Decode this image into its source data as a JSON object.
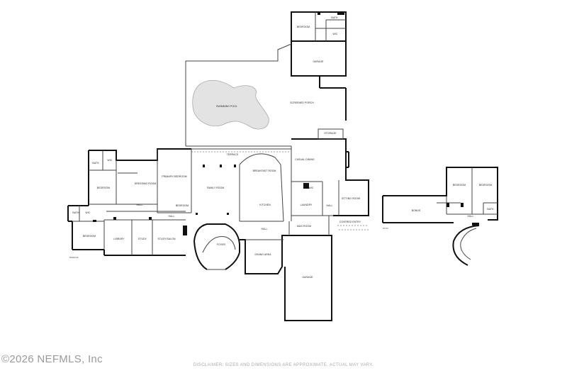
{
  "watermark": "©2026 NEFMLS, Inc",
  "disclaimer": "DISCLAIMER: SIZES AND DIMENSIONS ARE APPROXIMATE, ACTUAL MAY VARY.",
  "colors": {
    "walls": "#111111",
    "pool": "#e3e3e3",
    "background": "#ffffff"
  },
  "rooms": [
    {
      "name": "BEDROOM"
    },
    {
      "name": "BATH"
    },
    {
      "name": "WIC"
    },
    {
      "name": "GARAGE"
    },
    {
      "name": "SWIMMING POOL"
    },
    {
      "name": "SCREENED PORCH"
    },
    {
      "name": "STORAGE"
    },
    {
      "name": "WIC"
    },
    {
      "name": "BATH"
    },
    {
      "name": "BEDROOM"
    },
    {
      "name": "DRESSING ROOM"
    },
    {
      "name": "PRIMARY BEDROOM"
    },
    {
      "name": "TERRACE"
    },
    {
      "name": "FAMILY ROOM"
    },
    {
      "name": "BREAKFAST ROOM"
    },
    {
      "name": "CASUAL DINING"
    },
    {
      "name": "KITCHEN"
    },
    {
      "name": "LAUNDRY"
    },
    {
      "name": "SITTING ROOM"
    },
    {
      "name": "WIC"
    },
    {
      "name": "HALL"
    },
    {
      "name": "BEDROOM"
    },
    {
      "name": "HALL"
    },
    {
      "name": "HALL"
    },
    {
      "name": "BATH"
    },
    {
      "name": "WIC"
    },
    {
      "name": "BEDROOM"
    },
    {
      "name": "LIBRARY"
    },
    {
      "name": "STUDY"
    },
    {
      "name": "STUDY/SALON"
    },
    {
      "name": "FOYER"
    },
    {
      "name": "HALL"
    },
    {
      "name": "DINING AREA"
    },
    {
      "name": "MUD ROOM"
    },
    {
      "name": "GARAGE"
    },
    {
      "name": "COVERED ENTRY"
    },
    {
      "name": "BONUS"
    },
    {
      "name": "BEDROOM"
    },
    {
      "name": "BEDROOM"
    },
    {
      "name": "BATH"
    },
    {
      "name": "HALL"
    }
  ],
  "exterior_labels": [
    {
      "text": "TERRACE"
    },
    {
      "text": "PATIO"
    }
  ]
}
